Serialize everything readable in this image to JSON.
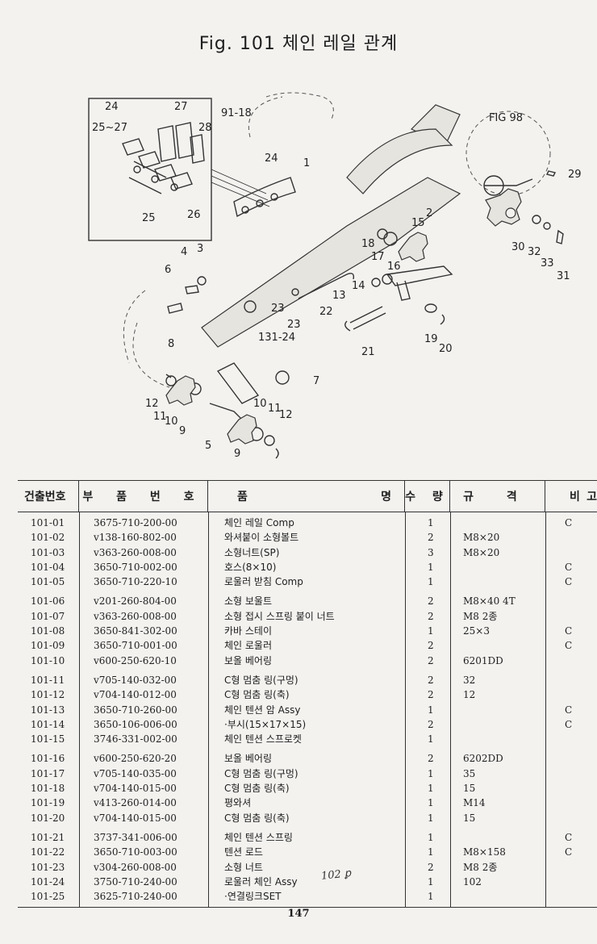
{
  "title": "Fig. 101 체인 레일 관계",
  "diagram": {
    "callouts": [
      "24",
      "25~27",
      "27",
      "28",
      "25",
      "26",
      "91-18",
      "1",
      "24",
      "FIG 98",
      "29",
      "2",
      "15",
      "18",
      "17",
      "16",
      "30",
      "32",
      "33",
      "31",
      "4",
      "3",
      "6",
      "14",
      "13",
      "22",
      "23",
      "23",
      "8",
      "131-24",
      "21",
      "19",
      "20",
      "7",
      "12",
      "11",
      "10",
      "9",
      "5",
      "10",
      "11",
      "12",
      "9"
    ]
  },
  "table": {
    "headers": [
      "건출번호",
      "부 품 번 호",
      "품",
      "명",
      "수 량",
      "규 격",
      "비",
      "고"
    ],
    "groups": [
      [
        [
          "101-01",
          "3675-710-200-00",
          "체인 레일 Comp",
          "1",
          "",
          "C"
        ],
        [
          "101-02",
          "v138-160-802-00",
          "와셔붙이 소형볼트",
          "2",
          "M8×20",
          ""
        ],
        [
          "101-03",
          "v363-260-008-00",
          "소형너트(SP)",
          "3",
          "M8×20",
          ""
        ],
        [
          "101-04",
          "3650-710-002-00",
          "호스(8×10)",
          "1",
          "",
          "C"
        ],
        [
          "101-05",
          "3650-710-220-10",
          "로울러 받침 Comp",
          "1",
          "",
          "C"
        ]
      ],
      [
        [
          "101-06",
          "v201-260-804-00",
          "소형 보울트",
          "2",
          "M8×40 4T",
          ""
        ],
        [
          "101-07",
          "v363-260-008-00",
          "소형 접시 스프링 붙이 너트",
          "2",
          "M8 2종",
          ""
        ],
        [
          "101-08",
          "3650-841-302-00",
          "카바 스테이",
          "1",
          "25×3",
          "C"
        ],
        [
          "101-09",
          "3650-710-001-00",
          "체인 로울러",
          "2",
          "",
          "C"
        ],
        [
          "101-10",
          "v600-250-620-10",
          "보올 베어링",
          "2",
          "6201DD",
          ""
        ]
      ],
      [
        [
          "101-11",
          "v705-140-032-00",
          "C형 멈춤 링(구멍)",
          "2",
          "32",
          ""
        ],
        [
          "101-12",
          "v704-140-012-00",
          "C형 멈춤 링(축)",
          "2",
          "12",
          ""
        ],
        [
          "101-13",
          "3650-710-260-00",
          "체인 텐션 암 Assy",
          "1",
          "",
          "C"
        ],
        [
          "101-14",
          "3650-106-006-00",
          "·부시(15×17×15)",
          "2",
          "",
          "C"
        ],
        [
          "101-15",
          "3746-331-002-00",
          "체인 텐션 스프로켓",
          "1",
          "",
          ""
        ]
      ],
      [
        [
          "101-16",
          "v600-250-620-20",
          "보올 베어링",
          "2",
          "6202DD",
          ""
        ],
        [
          "101-17",
          "v705-140-035-00",
          "C형 멈춤 링(구멍)",
          "1",
          "35",
          ""
        ],
        [
          "101-18",
          "v704-140-015-00",
          "C형 멈춤 링(축)",
          "1",
          "15",
          ""
        ],
        [
          "101-19",
          "v413-260-014-00",
          "평와셔",
          "1",
          "M14",
          ""
        ],
        [
          "101-20",
          "v704-140-015-00",
          "C형 멈춤 링(축)",
          "1",
          "15",
          ""
        ]
      ],
      [
        [
          "101-21",
          "3737-341-006-00",
          "체인 텐션 스프링",
          "1",
          "",
          "C"
        ],
        [
          "101-22",
          "3650-710-003-00",
          "텐션 로드",
          "1",
          "M8×158",
          "C"
        ],
        [
          "101-23",
          "v304-260-008-00",
          "소형 너트",
          "2",
          "M8 2종",
          ""
        ],
        [
          "101-24",
          "3750-710-240-00",
          "로울러 체인 Assy",
          "1",
          "102",
          ""
        ],
        [
          "101-25",
          "3625-710-240-00",
          "·연결링크SET",
          "1",
          "",
          ""
        ]
      ]
    ],
    "handwritten_note": "102 ꝑ"
  },
  "page_number": "147"
}
